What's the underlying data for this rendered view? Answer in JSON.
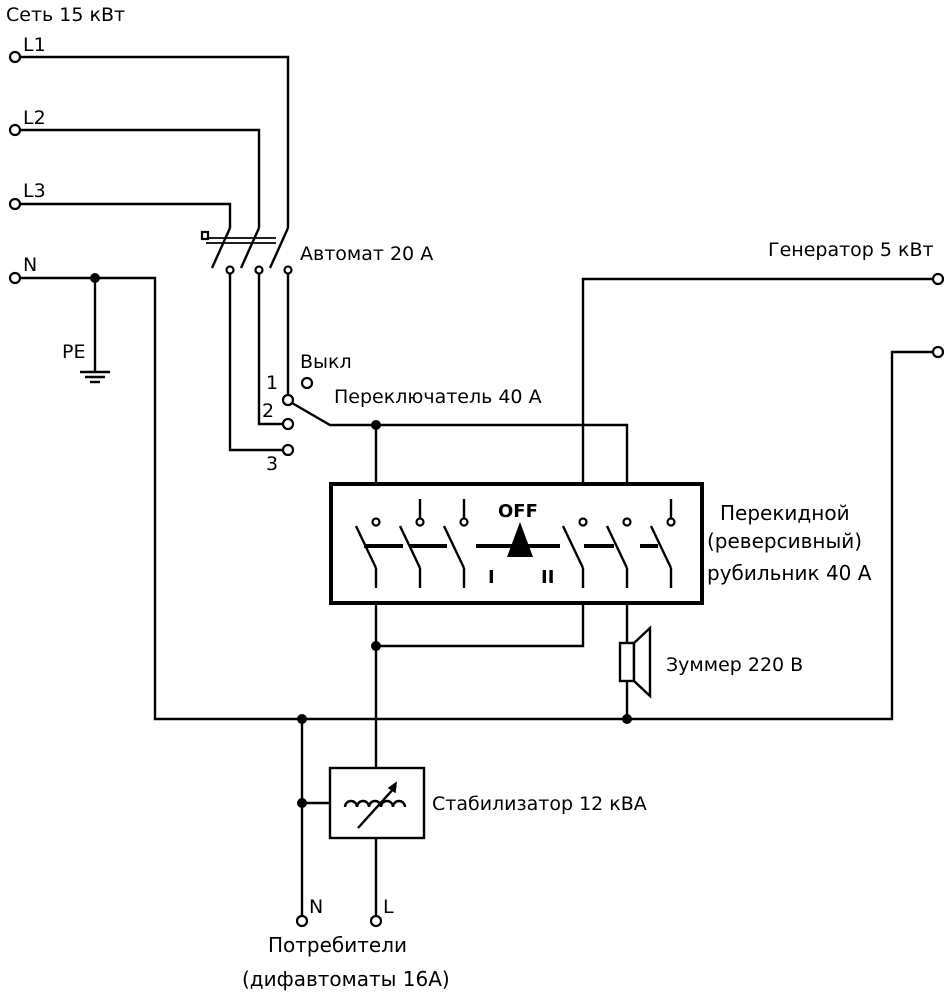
{
  "mains": {
    "title": "Сеть 15 кВт",
    "phases": [
      "L1",
      "L2",
      "L3"
    ],
    "neutral": "N",
    "earth": "PE"
  },
  "breaker": {
    "label": "Автомат 20 А"
  },
  "selector": {
    "label": "Переключатель 40 А",
    "off_label": "Выкл",
    "positions": [
      "1",
      "2",
      "3"
    ]
  },
  "generator": {
    "label": "Генератор 5 кВт"
  },
  "changeover": {
    "label_lines": [
      "Перекидной",
      "(реверсивный)",
      "рубильник 40 А"
    ],
    "off": "OFF",
    "pos_1": "I",
    "pos_2": "II"
  },
  "buzzer": {
    "label": "Зуммер 220 В"
  },
  "stabilizer": {
    "label": "Стабилизатор 12 кВА"
  },
  "consumers": {
    "n_label": "N",
    "l_label": "L",
    "title": "Потребители",
    "subtitle": "(дифавтоматы 16А)"
  }
}
